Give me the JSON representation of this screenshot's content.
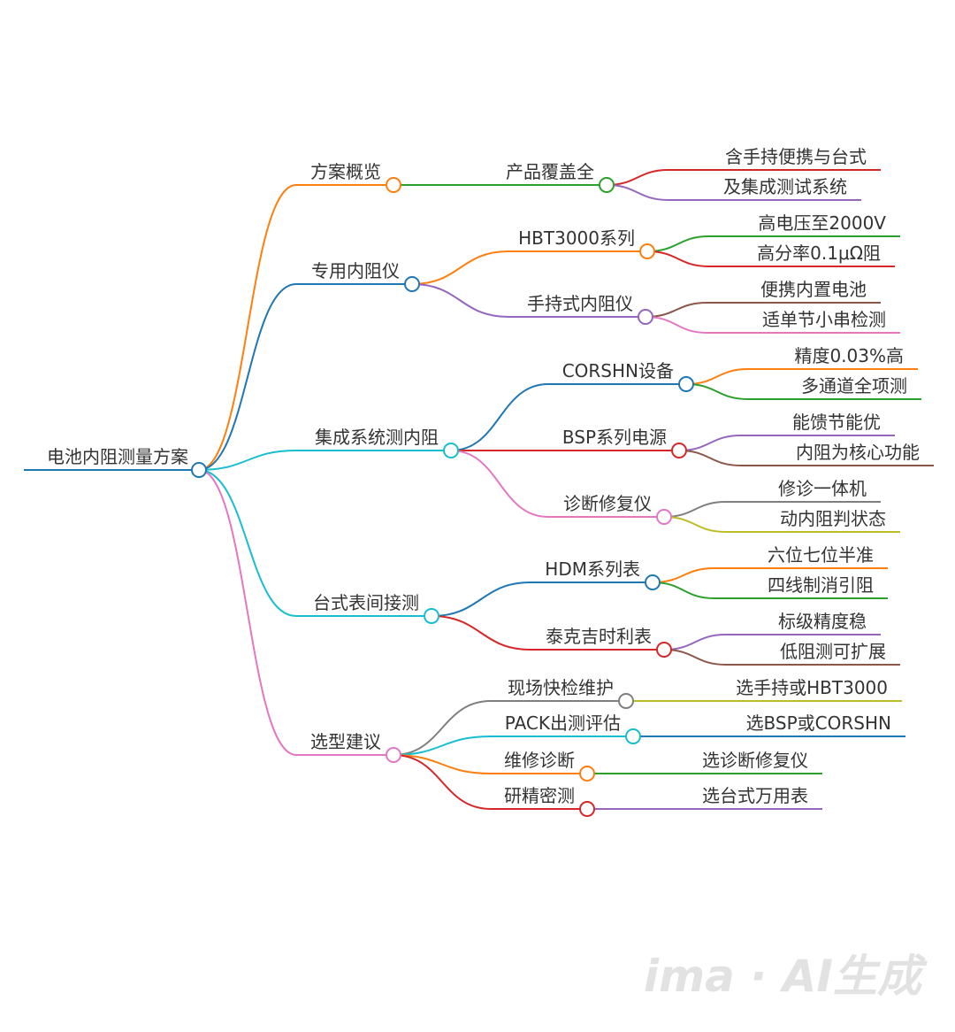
{
  "root": {
    "label": "电池内阻测量方案",
    "color": "#1f77b4"
  },
  "branches": [
    {
      "label": "方案概览",
      "color": "#ff7f0e",
      "children": [
        {
          "label": "产品覆盖全",
          "color": "#2ca02c",
          "children": [
            {
              "label": "含手持便携与台式",
              "color": "#d62728"
            },
            {
              "label": "及集成测试系统",
              "color": "#9467bd"
            }
          ]
        }
      ]
    },
    {
      "label": "专用内阻仪",
      "color": "#1f77b4",
      "children": [
        {
          "label": "HBT3000系列",
          "color": "#ff7f0e",
          "children": [
            {
              "label": "高电压至2000V",
              "color": "#2ca02c"
            },
            {
              "label": "高分率0.1μΩ阻",
              "color": "#d62728"
            }
          ]
        },
        {
          "label": "手持式内阻仪",
          "color": "#9467bd",
          "children": [
            {
              "label": "便携内置电池",
              "color": "#8c564b"
            },
            {
              "label": "适单节小串检测",
              "color": "#e377c2"
            }
          ]
        }
      ]
    },
    {
      "label": "集成系统测内阻",
      "color": "#17becf",
      "children": [
        {
          "label": "CORSHN设备",
          "color": "#1f77b4",
          "children": [
            {
              "label": "精度0.03%高",
              "color": "#ff7f0e"
            },
            {
              "label": "多通道全项测",
              "color": "#2ca02c"
            }
          ]
        },
        {
          "label": "BSP系列电源",
          "color": "#d62728",
          "children": [
            {
              "label": "能馈节能优",
              "color": "#9467bd"
            },
            {
              "label": "内阻为核心功能",
              "color": "#8c564b"
            }
          ]
        },
        {
          "label": "诊断修复仪",
          "color": "#e377c2",
          "children": [
            {
              "label": "修诊一体机",
              "color": "#7f7f7f"
            },
            {
              "label": "动内阻判状态",
              "color": "#bcbd22"
            }
          ]
        }
      ]
    },
    {
      "label": "台式表间接测",
      "color": "#17becf",
      "children": [
        {
          "label": "HDM系列表",
          "color": "#1f77b4",
          "children": [
            {
              "label": "六位七位半准",
              "color": "#ff7f0e"
            },
            {
              "label": "四线制消引阻",
              "color": "#2ca02c"
            }
          ]
        },
        {
          "label": "泰克吉时利表",
          "color": "#d62728",
          "children": [
            {
              "label": "标级精度稳",
              "color": "#9467bd"
            },
            {
              "label": "低阻测可扩展",
              "color": "#8c564b"
            }
          ]
        }
      ]
    },
    {
      "label": "选型建议",
      "color": "#e377c2",
      "children": [
        {
          "label": "现场快检维护",
          "color": "#7f7f7f",
          "children": [
            {
              "label": "选手持或HBT3000",
              "color": "#bcbd22"
            }
          ]
        },
        {
          "label": "PACK出测评估",
          "color": "#17becf",
          "children": [
            {
              "label": "选BSP或CORSHN",
              "color": "#1f77b4"
            }
          ]
        },
        {
          "label": "维修诊断",
          "color": "#ff7f0e",
          "children": [
            {
              "label": "选诊断修复仪",
              "color": "#2ca02c"
            }
          ]
        },
        {
          "label": "研精密测",
          "color": "#d62728",
          "children": [
            {
              "label": "选台式万用表",
              "color": "#9467bd"
            }
          ]
        }
      ]
    }
  ],
  "watermark": "ima · AI生成"
}
